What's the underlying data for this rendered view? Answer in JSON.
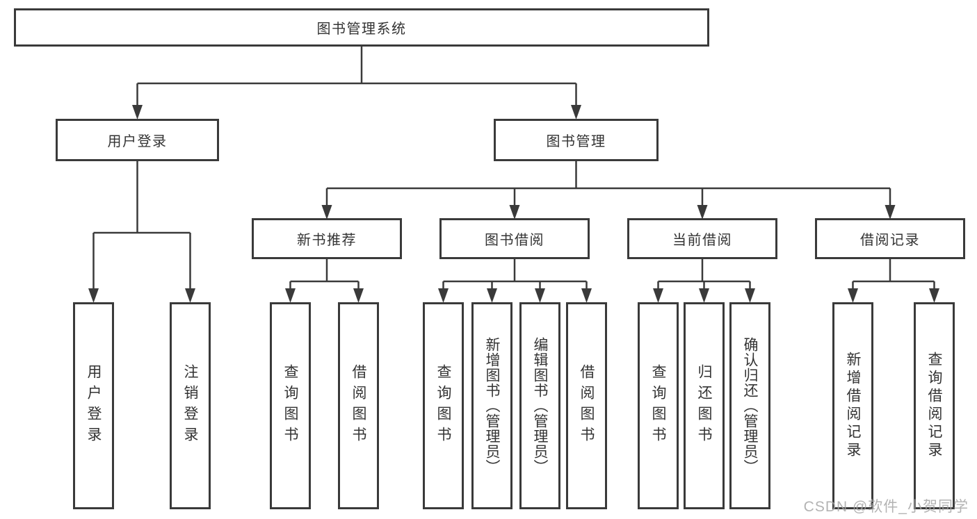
{
  "diagram": {
    "root": {
      "label": "图书管理系统"
    },
    "level2": [
      {
        "id": "user-login",
        "label": "用户登录"
      },
      {
        "id": "book-management",
        "label": "图书管理"
      }
    ],
    "level3": [
      {
        "id": "new-book-recommend",
        "label": "新书推荐"
      },
      {
        "id": "book-borrow",
        "label": "图书借阅"
      },
      {
        "id": "current-borrow",
        "label": "当前借阅"
      },
      {
        "id": "borrow-records",
        "label": "借阅记录"
      }
    ],
    "leaves": [
      {
        "label": "用户登录"
      },
      {
        "label": "注销登录"
      },
      {
        "label": "查询图书"
      },
      {
        "label": "借阅图书"
      },
      {
        "label": "查询图书"
      },
      {
        "label": "新增图书（管理员）"
      },
      {
        "label": "编辑图书（管理员）"
      },
      {
        "label": "借阅图书"
      },
      {
        "label": "查询图书"
      },
      {
        "label": "归还图书"
      },
      {
        "label": "确认归还（管理员）"
      },
      {
        "label": "新增借阅记录"
      },
      {
        "label": "查询借阅记录"
      }
    ]
  },
  "watermark": {
    "text": "CSDN @软件_小贺同学"
  },
  "colors": {
    "line": "#3a3a3a",
    "text": "#333333",
    "box_background": "#ffffff",
    "watermark": "#a6a6a6",
    "background": "#ffffff"
  }
}
